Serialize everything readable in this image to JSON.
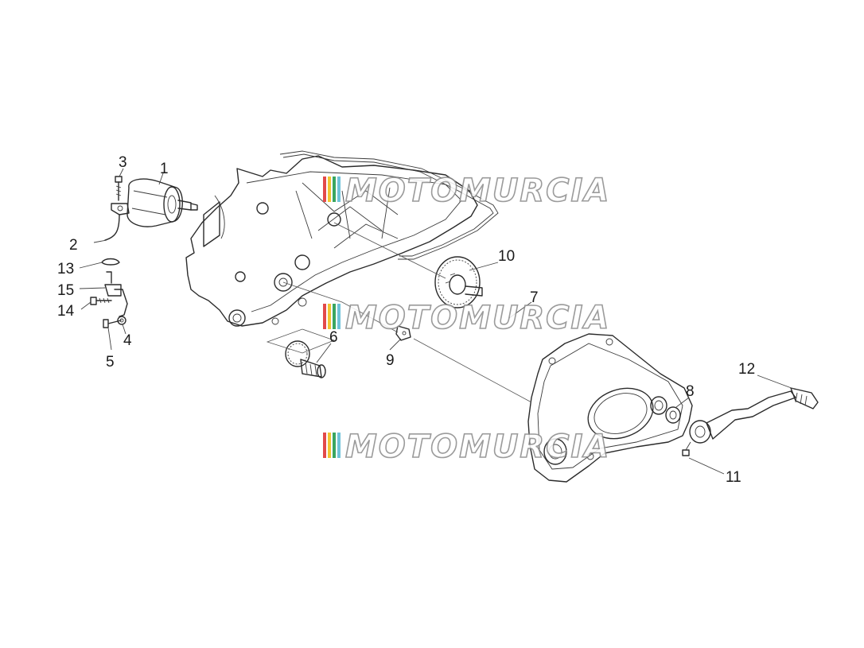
{
  "diagram": {
    "watermark": {
      "text": "MOTOMURCIA",
      "stripe_colors": [
        "#e24a4a",
        "#f2c531",
        "#3aa660",
        "#6fc3d9"
      ]
    },
    "callouts": [
      {
        "id": "c1",
        "label": "1"
      },
      {
        "id": "c2",
        "label": "2"
      },
      {
        "id": "c3",
        "label": "3"
      },
      {
        "id": "c4",
        "label": "4"
      },
      {
        "id": "c5",
        "label": "5"
      },
      {
        "id": "c6",
        "label": "6"
      },
      {
        "id": "c7",
        "label": "7"
      },
      {
        "id": "c8",
        "label": "8"
      },
      {
        "id": "c9",
        "label": "9"
      },
      {
        "id": "c10",
        "label": "10"
      },
      {
        "id": "c11",
        "label": "11"
      },
      {
        "id": "c12",
        "label": "12"
      },
      {
        "id": "c13",
        "label": "13"
      },
      {
        "id": "c14",
        "label": "14"
      },
      {
        "id": "c15",
        "label": "15"
      }
    ]
  }
}
